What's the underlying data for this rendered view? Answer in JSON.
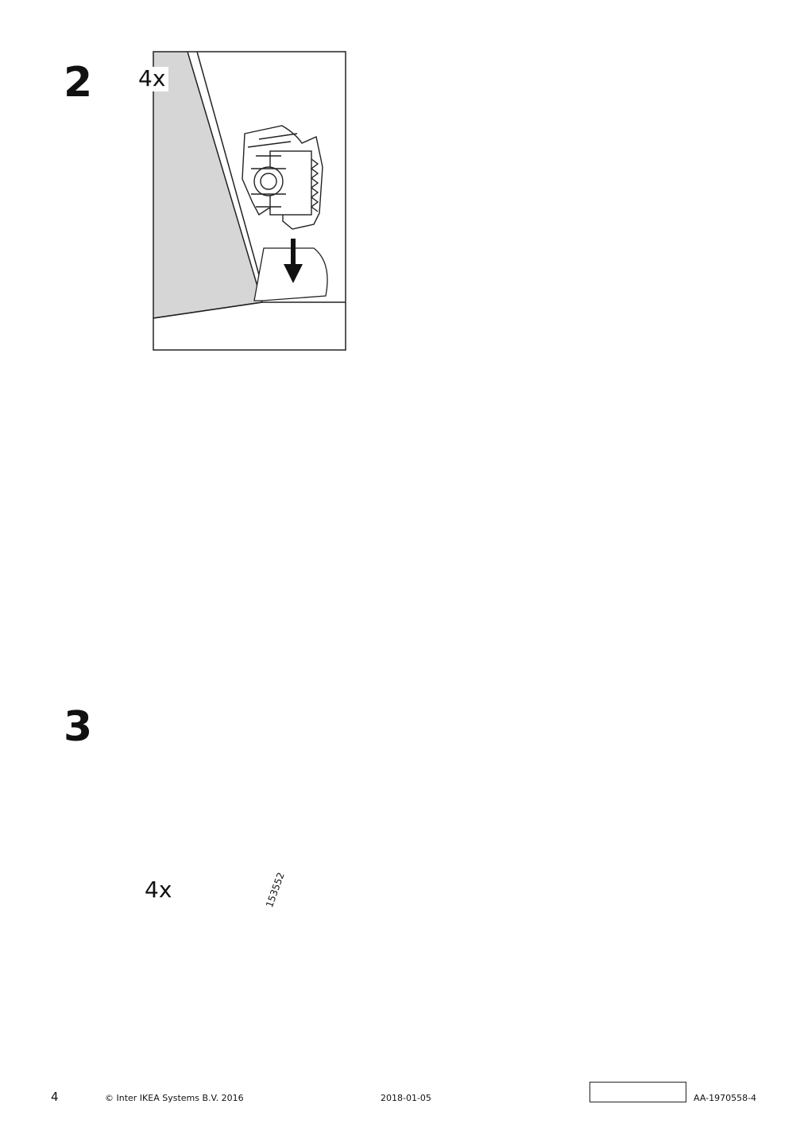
{
  "page": {
    "page_number": "4",
    "copyright": "© Inter IKEA Systems B.V. 2016",
    "date": "2018-01-05",
    "document_id": "AA-1970558-4"
  },
  "step2": {
    "number": "2",
    "quantity": "4x"
  },
  "step3": {
    "number": "3",
    "quantity": "4x",
    "part_number": "153552"
  },
  "colors": {
    "line": "#222222",
    "panel_fill": "#d9d9d9",
    "leg_fill": "#c8c8c8",
    "shadow": "#b0b0b0"
  }
}
